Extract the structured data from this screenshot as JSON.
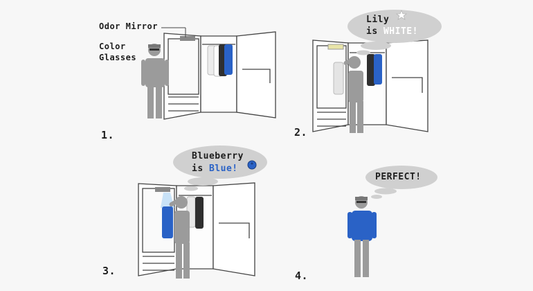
{
  "panel1": {
    "step": "1.",
    "label_odor_mirror": "Odor Mirror",
    "label_color": "Color",
    "label_glasses": "Glasses"
  },
  "panel2": {
    "step": "2.",
    "bubble_line1": "Lily",
    "bubble_is": "is",
    "bubble_highlight": "WHITE!",
    "icon": "lily-flower-icon"
  },
  "panel3": {
    "step": "3.",
    "bubble_line1": "Blueberry",
    "bubble_is": "is",
    "bubble_highlight": "Blue!",
    "icon": "blueberry-icon"
  },
  "panel4": {
    "step": "4.",
    "bubble_text": "PERFECT!"
  },
  "colors": {
    "background": "#f7f7f7",
    "figure_gray": "#9b9b9b",
    "bubble_gray": "#d0d0d0",
    "jacket_blue": "#2a62c6",
    "text": "#1e1e1e"
  }
}
